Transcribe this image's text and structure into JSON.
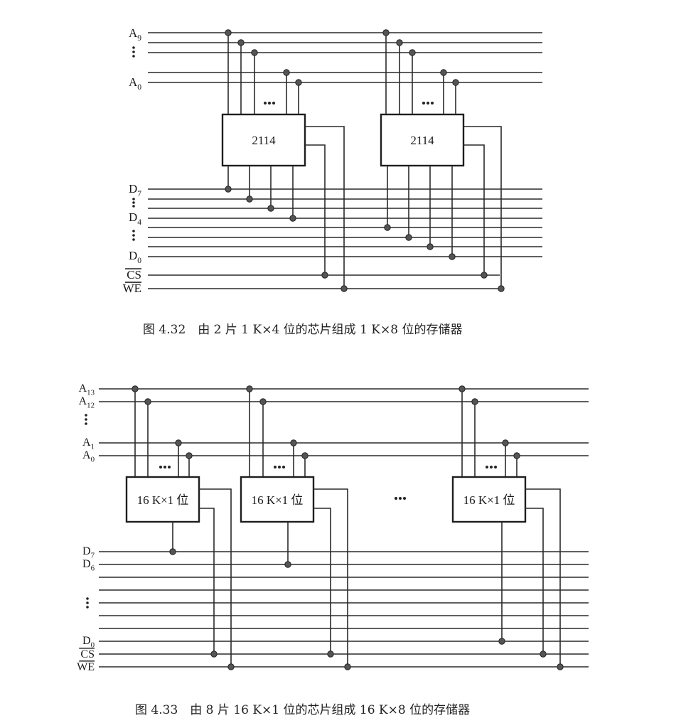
{
  "figure_432": {
    "caption": "图 4.32　由 2 片 1 K×4 位的芯片组成 1 K×8 位的存储器",
    "chip_label": "2114",
    "chip_count": 2,
    "address_labels": {
      "top": "A",
      "top_sub": "9",
      "bottom": "A",
      "bottom_sub": "0"
    },
    "data_labels": {
      "d7": "D",
      "d7_sub": "7",
      "d4": "D",
      "d4_sub": "4",
      "d0": "D",
      "d0_sub": "0"
    },
    "cs_label": "CS",
    "we_label": "WE",
    "ellipsis": "•••",
    "vertical_ellipsis": "⋮"
  },
  "figure_433": {
    "caption": "图 4.33　由 8 片 16 K×1 位的芯片组成 16 K×8 位的存储器",
    "chip_label": "16 K×1 位",
    "chip_count_shown": 3,
    "chip_count_total": 8,
    "address_labels": {
      "a13": "A",
      "a13_sub": "13",
      "a12": "A",
      "a12_sub": "12",
      "a1": "A",
      "a1_sub": "1",
      "a0": "A",
      "a0_sub": "0"
    },
    "data_labels": {
      "d7": "D",
      "d7_sub": "7",
      "d6": "D",
      "d6_sub": "6",
      "d0": "D",
      "d0_sub": "0"
    },
    "cs_label": "CS",
    "we_label": "WE",
    "ellipsis": "•••",
    "vertical_ellipsis": "⋮"
  }
}
